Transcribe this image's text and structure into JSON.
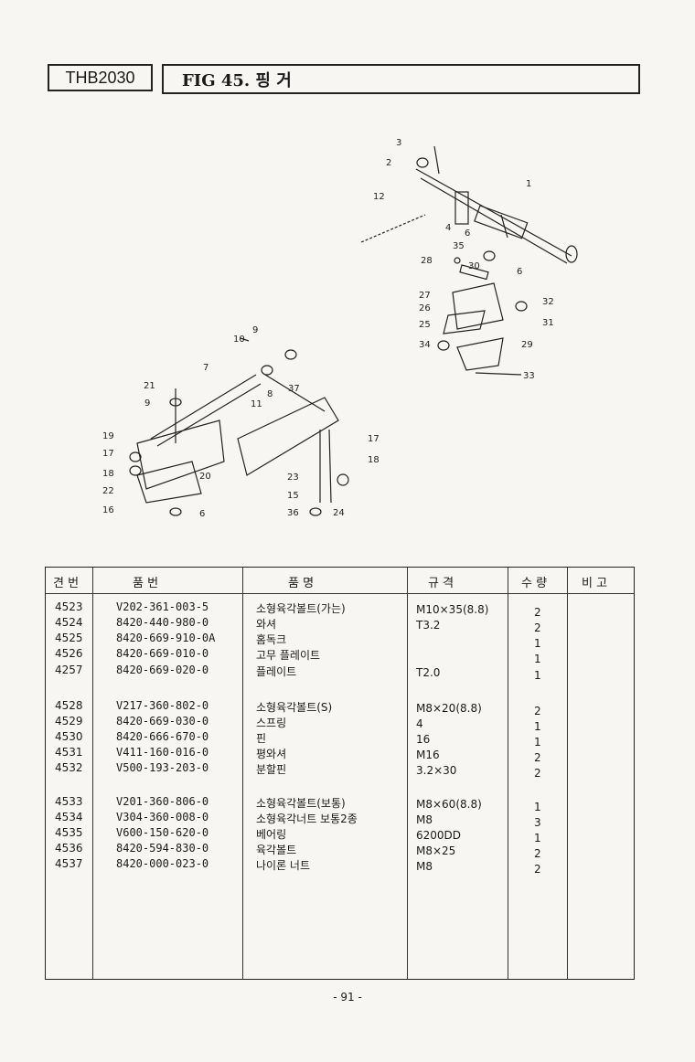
{
  "header": {
    "model": "THB2030",
    "title": "FIG 45. 핑 거"
  },
  "diagram": {
    "callouts": [
      "1",
      "2",
      "3",
      "4",
      "6",
      "35",
      "12",
      "28",
      "30",
      "6",
      "27",
      "26",
      "25",
      "32",
      "31",
      "34",
      "29",
      "33",
      "9",
      "10",
      "7",
      "21",
      "9",
      "8",
      "11",
      "37",
      "19",
      "17",
      "18",
      "20",
      "22",
      "16",
      "6",
      "23",
      "15",
      "36",
      "24",
      "17",
      "18"
    ]
  },
  "table": {
    "headers": [
      "견 번",
      "품 번",
      "품 명",
      "규 격",
      "수 량",
      "비 고"
    ],
    "rows": [
      {
        "no": "4523",
        "pn": "V202-361-003-5",
        "name": "소형육각볼트(가는)",
        "spec": "M10×35(8.8)",
        "qty": "2"
      },
      {
        "no": "4524",
        "pn": "8420-440-980-0",
        "name": "와셔",
        "spec": "T3.2",
        "qty": "2"
      },
      {
        "no": "4525",
        "pn": "8420-669-910-0A",
        "name": "홈독크",
        "spec": "",
        "qty": "1"
      },
      {
        "no": "4526",
        "pn": "8420-669-010-0",
        "name": "고무 플레이트",
        "spec": "",
        "qty": "1"
      },
      {
        "no": "4257",
        "pn": "8420-669-020-0",
        "name": "플레이트",
        "spec": "T2.0",
        "qty": "1"
      },
      {
        "no": "4528",
        "pn": "V217-360-802-0",
        "name": "소형육각볼트(S)",
        "spec": "M8×20(8.8)",
        "qty": "2"
      },
      {
        "no": "4529",
        "pn": "8420-669-030-0",
        "name": "스프링",
        "spec": "4",
        "qty": "1"
      },
      {
        "no": "4530",
        "pn": "8420-666-670-0",
        "name": "핀",
        "spec": "16",
        "qty": "1"
      },
      {
        "no": "4531",
        "pn": "V411-160-016-0",
        "name": "평와셔",
        "spec": "M16",
        "qty": "2"
      },
      {
        "no": "4532",
        "pn": "V500-193-203-0",
        "name": "분할핀",
        "spec": "3.2×30",
        "qty": "2"
      },
      {
        "no": "4533",
        "pn": "V201-360-806-0",
        "name": "소형육각볼트(보통)",
        "spec": "M8×60(8.8)",
        "qty": "1"
      },
      {
        "no": "4534",
        "pn": "V304-360-008-0",
        "name": "소형육각너트 보통2종",
        "spec": "M8",
        "qty": "3"
      },
      {
        "no": "4535",
        "pn": "V600-150-620-0",
        "name": "베어링",
        "spec": "6200DD",
        "qty": "1"
      },
      {
        "no": "4536",
        "pn": "8420-594-830-0",
        "name": "육각볼트",
        "spec": "M8×25",
        "qty": "2"
      },
      {
        "no": "4537",
        "pn": "8420-000-023-0",
        "name": "나이론 너트",
        "spec": "M8",
        "qty": "2"
      }
    ]
  },
  "footer": {
    "page": "- 91 -"
  }
}
